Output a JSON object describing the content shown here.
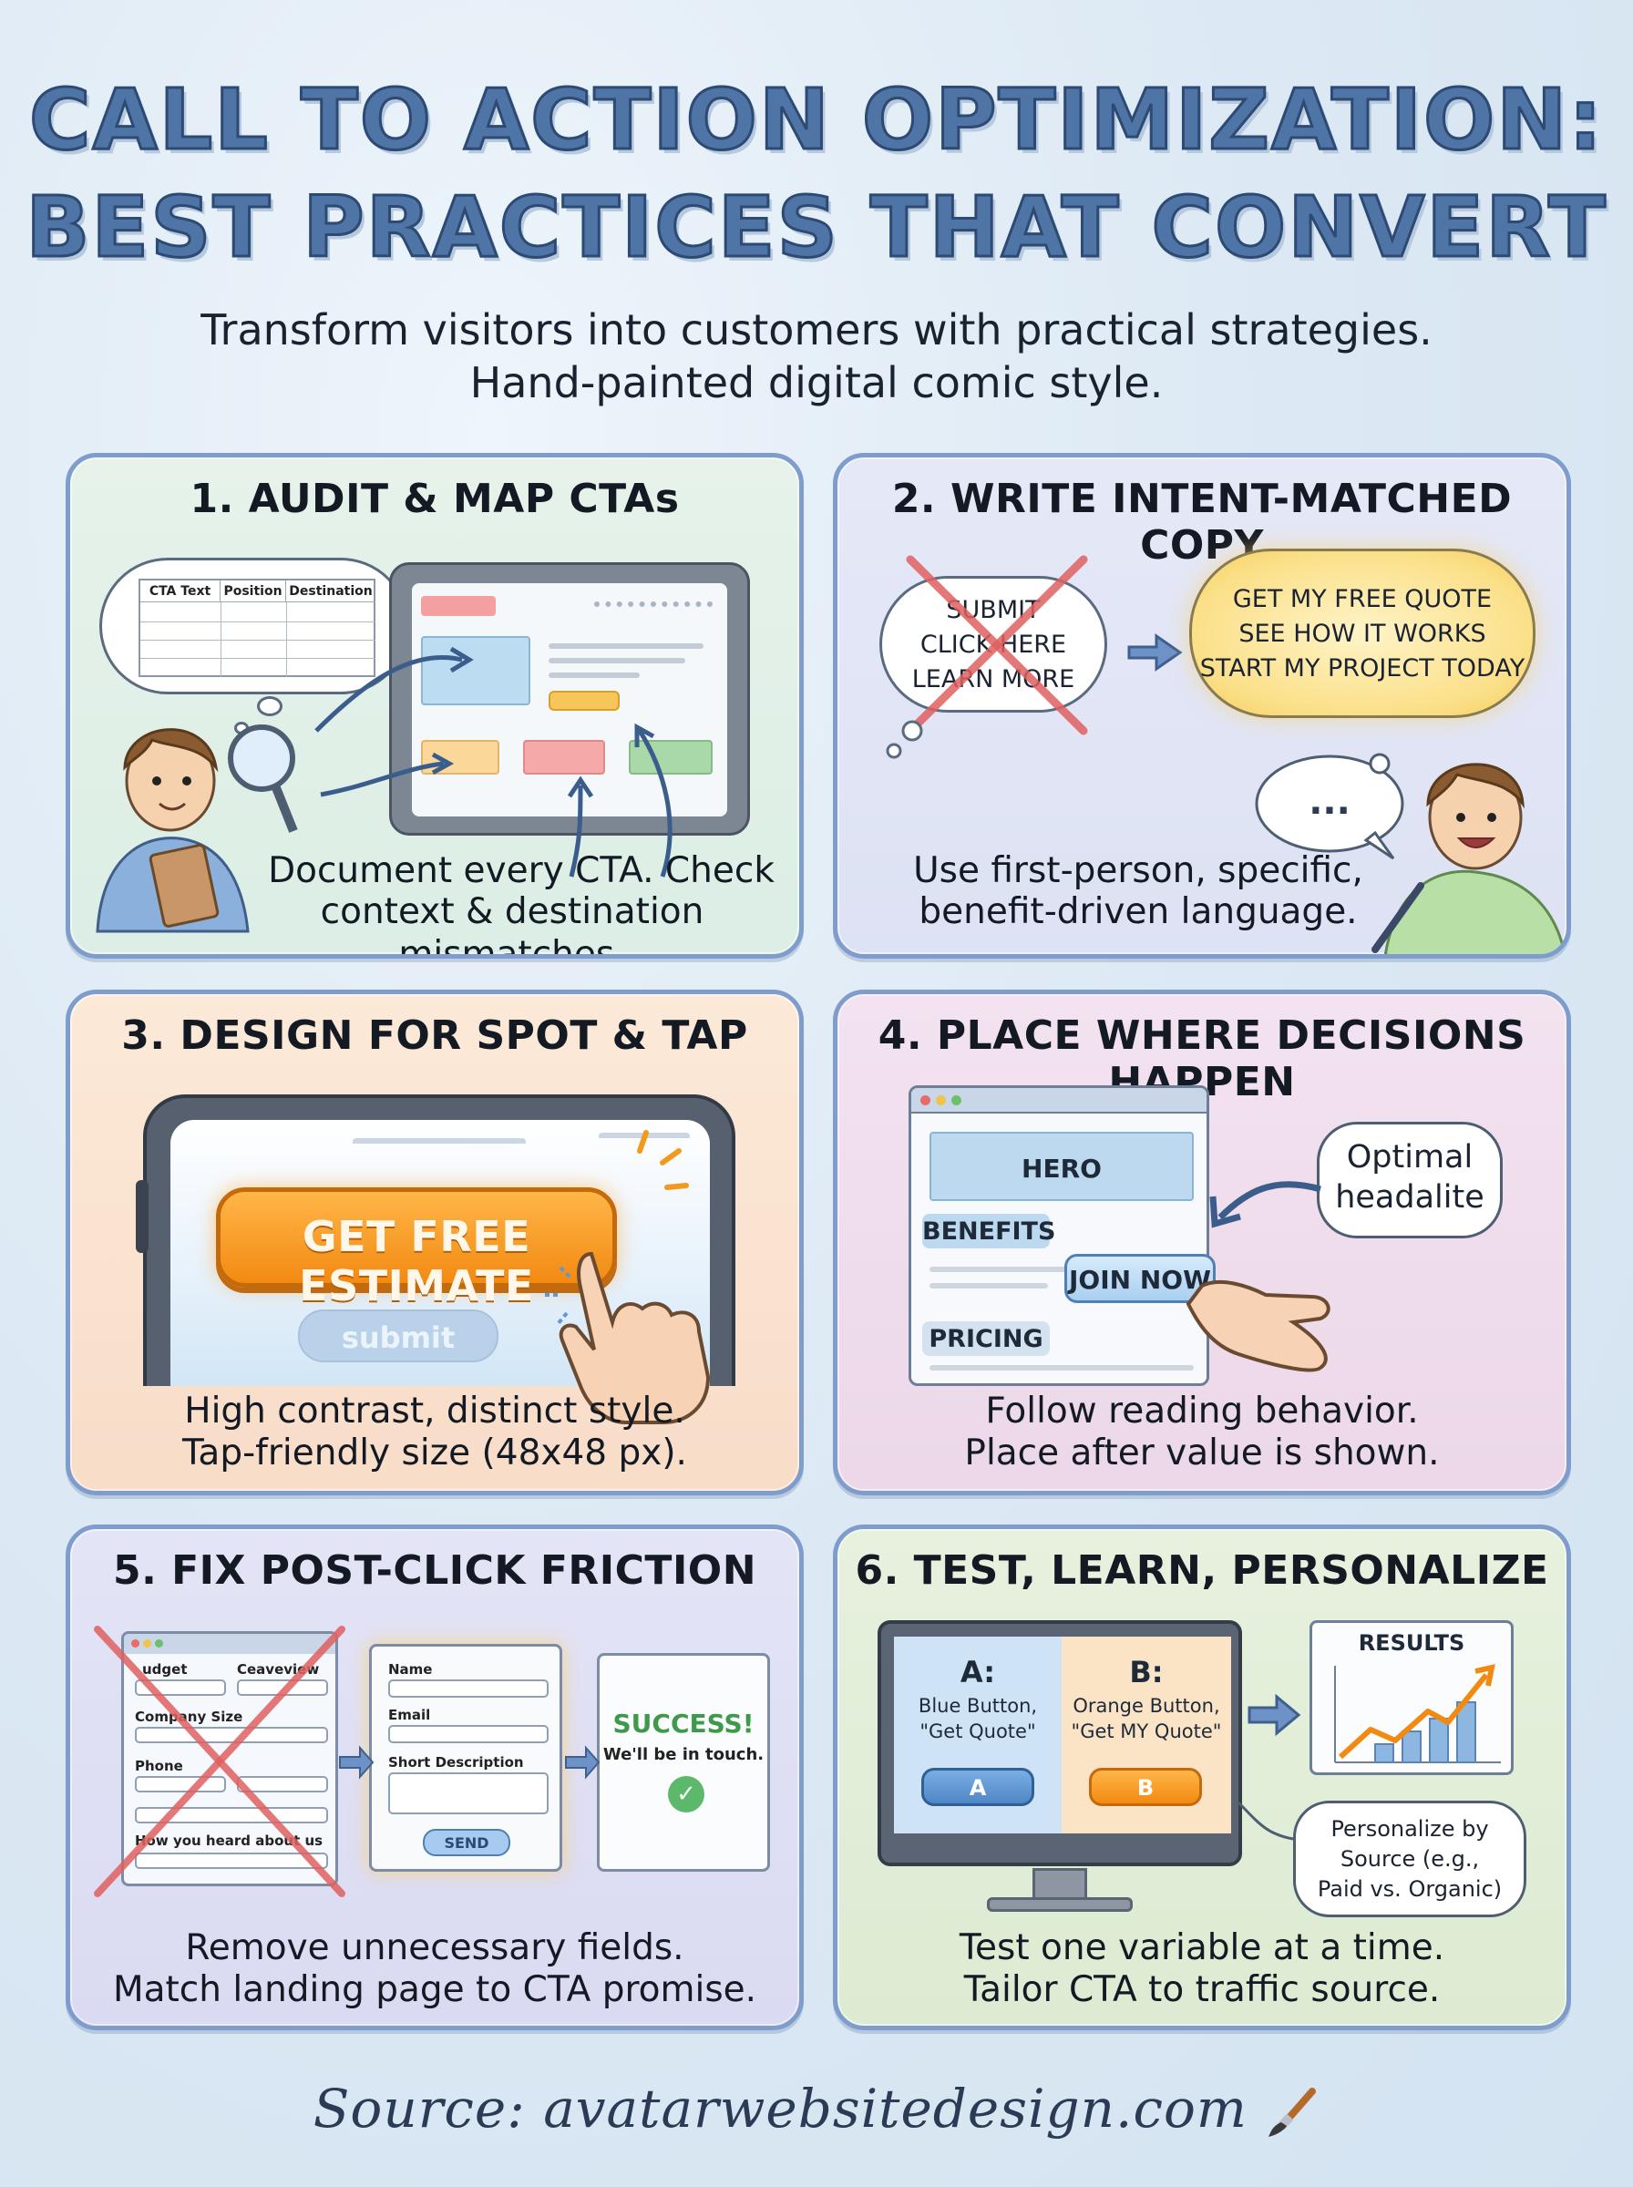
{
  "header": {
    "title_line1": "CALL TO ACTION OPTIMIZATION:",
    "title_line2": "BEST PRACTICES THAT CONVERT",
    "subtitle_line1": "Transform visitors into customers with practical strategies.",
    "subtitle_line2": "Hand-painted digital comic style."
  },
  "panel1": {
    "title": "1. AUDIT & MAP CTAs",
    "table_headers": [
      "CTA Text",
      "Position",
      "Destination"
    ],
    "caption_line1": "Document every CTA. Check",
    "caption_line2": "context & destination mismatches."
  },
  "panel2": {
    "title": "2. WRITE INTENT-MATCHED COPY",
    "bad_items": [
      "SUBMIT",
      "CLICK HERE",
      "LEARN MORE"
    ],
    "good_items": [
      "GET MY FREE QUOTE",
      "SEE HOW IT WORKS",
      "START MY PROJECT TODAY"
    ],
    "speech": "...",
    "caption_line1": "Use first-person, specific,",
    "caption_line2": "benefit-driven language."
  },
  "panel3": {
    "title": "3. DESIGN FOR SPOT & TAP",
    "primary_cta": "GET FREE ESTIMATE",
    "secondary_cta": "submit",
    "caption_line1": "High contrast, distinct style.",
    "caption_line2": "Tap-friendly size (48x48 px)."
  },
  "panel4": {
    "title": "4. PLACE WHERE DECISIONS HAPPEN",
    "hero_label": "HERO",
    "benefits_label": "BENEFITS",
    "join_label": "JOIN NOW",
    "pricing_label": "PRICING",
    "callout_line1": "Optimal",
    "callout_line2": "headalite",
    "caption_line1": "Follow reading behavior.",
    "caption_line2": "Place after value is shown."
  },
  "panel5": {
    "title": "5. FIX POST-CLICK FRICTION",
    "long_form": {
      "budget": "udget",
      "ceaveview": "Ceaveview",
      "company": "Company Size",
      "phone": "Phone",
      "heard": "How you heard about us"
    },
    "short_form": {
      "name": "Name",
      "email": "Email",
      "desc": "Short Description",
      "send": "SEND"
    },
    "success_title": "SUCCESS!",
    "success_sub": "We'll be in touch.",
    "caption_line1": "Remove unnecessary fields.",
    "caption_line2": "Match landing page to CTA promise."
  },
  "panel6": {
    "title": "6. TEST, LEARN, PERSONALIZE",
    "variant_a": {
      "heading": "A:",
      "line1": "Blue Button,",
      "line2": "\"Get Quote\"",
      "button": "A"
    },
    "variant_b": {
      "heading": "B:",
      "line1": "Orange Button,",
      "line2": "\"Get MY Quote\"",
      "button": "B"
    },
    "results_label": "RESULTS",
    "callout_line1": "Personalize by",
    "callout_line2": "Source (e.g.,",
    "callout_line3": "Paid vs. Organic)",
    "caption_line1": "Test one variable at a time.",
    "caption_line2": "Tailor CTA to traffic source."
  },
  "footer": {
    "source": "Source: avatarwebsitedesign.com"
  },
  "colors": {
    "panel1_bg": "#e3f0e8",
    "panel2_bg": "#e2e6f6",
    "panel3_bg": "#fbe7d6",
    "panel4_bg": "#f2e1ee",
    "panel5_bg": "#e3e3f6",
    "panel6_bg": "#e6f0dd",
    "accent_orange": "#f39a1c",
    "accent_blue": "#5e98d8",
    "title_blue": "#4f74a6"
  }
}
